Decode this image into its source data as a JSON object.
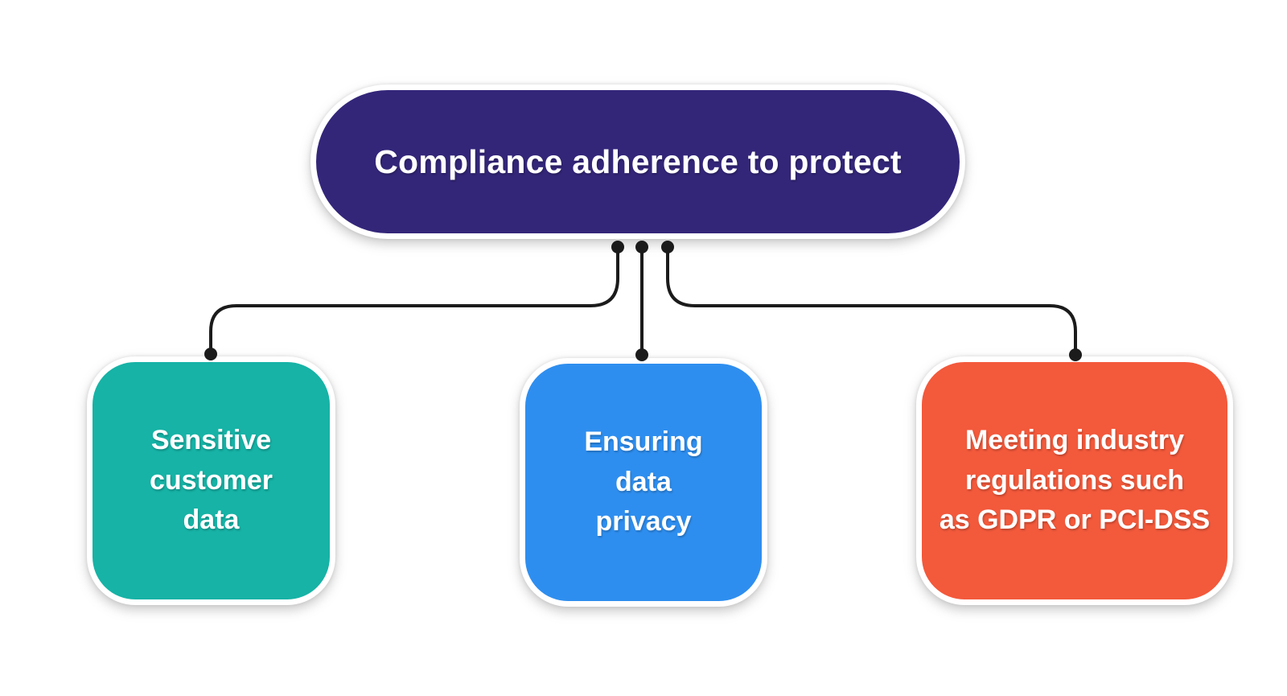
{
  "diagram": {
    "background_color": "#ffffff",
    "connector_color": "#1b1b1b",
    "root": {
      "label": "Compliance adherence to protect",
      "color": "#332679",
      "text_color": "#ffffff"
    },
    "children": [
      {
        "label": "Sensitive\ncustomer\ndata",
        "color": "#16b3a6",
        "text_color": "#ffffff"
      },
      {
        "label": "Ensuring\ndata\nprivacy",
        "color": "#2e8eef",
        "text_color": "#ffffff"
      },
      {
        "label": "Meeting industry\nregulations such\nas GDPR or PCI-DSS",
        "color": "#f3593b",
        "text_color": "#ffffff"
      }
    ]
  }
}
